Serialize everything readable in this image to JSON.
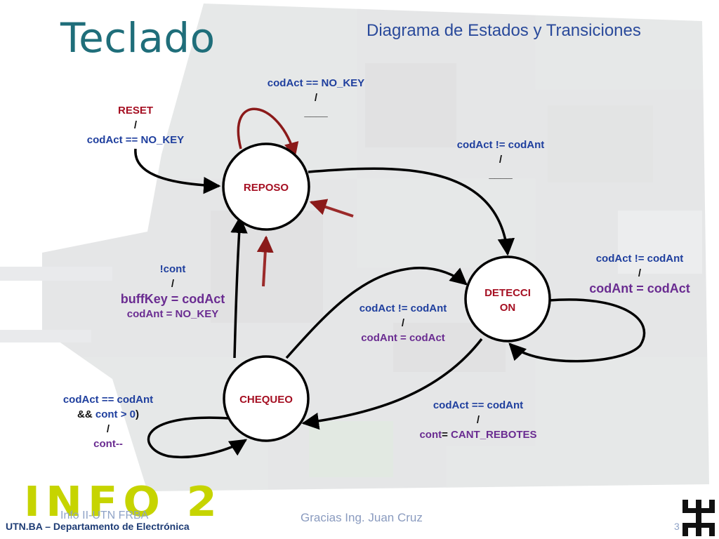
{
  "slide": {
    "title": "Teclado",
    "subtitle": "Diagrama de Estados y Transiciones"
  },
  "states": {
    "reposo": "REPOSO",
    "deteccion_line1": "DETECCI",
    "deteccion_line2": "ON",
    "chequeo": "CHEQUEO"
  },
  "transitions": {
    "reset": {
      "event": "RESET",
      "sep": "/",
      "action": "codAct == NO_KEY"
    },
    "reposo_self": {
      "event": "codAct == NO_KEY",
      "sep": "/",
      "action": "____"
    },
    "reposo_to_deteccion": {
      "event": "codAct != codAnt",
      "sep": "/",
      "action": "____"
    },
    "deteccion_self": {
      "event": "codAct  != codAnt",
      "sep": "/",
      "action": "codAnt = codAct"
    },
    "chequeo_to_deteccion": {
      "event": "codAct  != codAnt",
      "sep": "/",
      "action": "codAnt = codAct"
    },
    "chequeo_to_reposo": {
      "event": "!cont",
      "sep": "/",
      "action1": "buffKey = codAct",
      "action2": "codAnt = NO_KEY"
    },
    "deteccion_to_chequeo": {
      "event": "codAct  == codAnt",
      "sep": "/",
      "action_pre": "cont",
      "action_eq": "= ",
      "action_val": "CANT_REBOTES"
    },
    "chequeo_self": {
      "event1": "codAct  == codAnt",
      "event2_amp": "&& ",
      "event2_cont": "cont > 0",
      "event2_paren": ")",
      "sep": "/",
      "action": "cont--"
    }
  },
  "footer": {
    "logo_text": "INFO 2",
    "watermark": "Info II-UTN FRBA",
    "credit": "Gracias Ing. Juan Cruz",
    "department": "UTN.BA – Departamento de Electrónica",
    "page_number": "3"
  },
  "colors": {
    "title": "#1f6e7a",
    "state_border": "#000000",
    "arrow": "#000000",
    "reset_arrow": "#8b1a1a",
    "highlight_arrows": "#9b2a2a",
    "event_text": "#1f3f9e",
    "reset_text": "#a50f22",
    "action_text": "#6a2c91",
    "logo": "#c6d400"
  }
}
